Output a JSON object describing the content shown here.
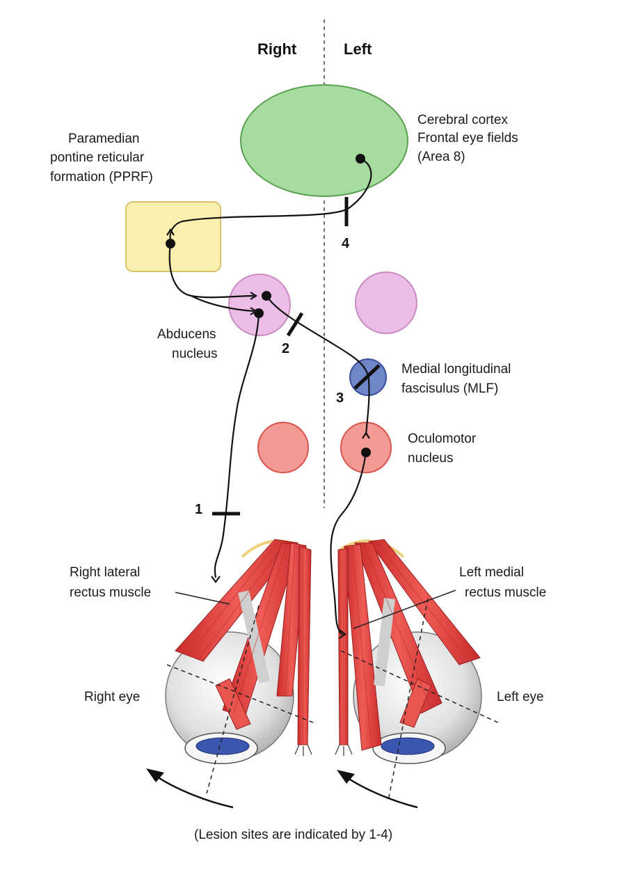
{
  "headers": {
    "right": "Right",
    "left": "Left"
  },
  "labels": {
    "cortex": [
      "Cerebral cortex",
      "Frontal eye fields",
      "(Area 8)"
    ],
    "pprf": [
      "Paramedian",
      "pontine reticular",
      "formation (PPRF)"
    ],
    "abducens": [
      "Abducens",
      "nucleus"
    ],
    "mlf": [
      "Medial longitudinal",
      "fascisulus (MLF)"
    ],
    "oculomotor": [
      "Oculomotor",
      "nucleus"
    ],
    "right_lateral": [
      "Right lateral",
      "rectus muscle"
    ],
    "left_medial": [
      "Left medial",
      "rectus muscle"
    ],
    "right_eye": "Right eye",
    "left_eye": "Left eye"
  },
  "lesions": {
    "l1": "1",
    "l2": "2",
    "l3": "3",
    "l4": "4"
  },
  "caption": "(Lesion sites are indicated by 1-4)",
  "colors": {
    "cortex_fill": "#a6dca0",
    "cortex_stroke": "#5aa14f",
    "pprf_fill": "#fbefb0",
    "pprf_stroke": "#d9c36a",
    "abducens_fill": "#ecbde6",
    "abducens_stroke": "#c98cc2",
    "mlf_fill": "#6f86c9",
    "mlf_stroke": "#3b4f9a",
    "oculomotor_fill": "#f39a94",
    "oculomotor_stroke": "#d9544d",
    "muscle": "#e2413f",
    "eyeball": "#e3e3e3",
    "iris": "#3b57b0"
  }
}
